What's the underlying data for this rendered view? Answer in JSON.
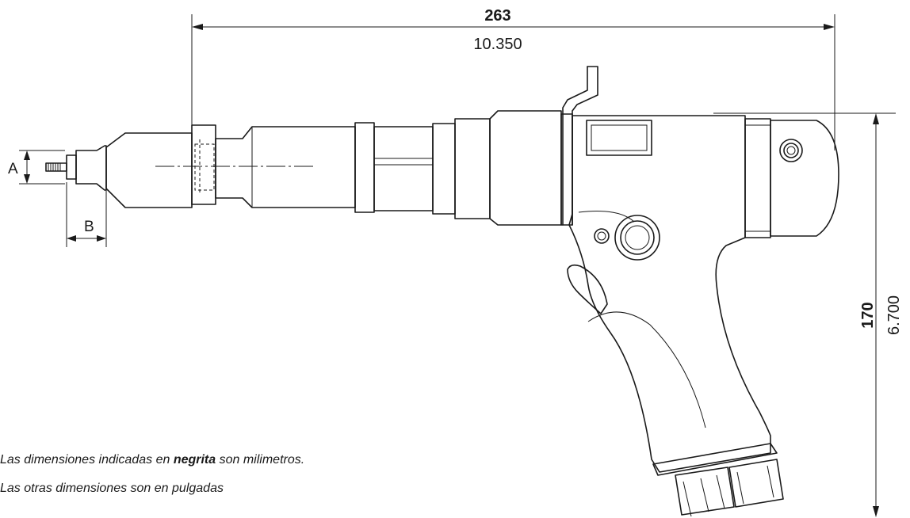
{
  "dimensions": {
    "length_mm": "263",
    "length_in": "10.350",
    "height_mm": "170",
    "height_in": "6.700",
    "label_a": "A",
    "label_b": "B"
  },
  "notes": {
    "line1_pre": "Las dimensiones indicadas en ",
    "line1_bold": "negrita",
    "line1_post": " son milimetros.",
    "line2": "Las otras dimensiones son en pulgadas"
  }
}
